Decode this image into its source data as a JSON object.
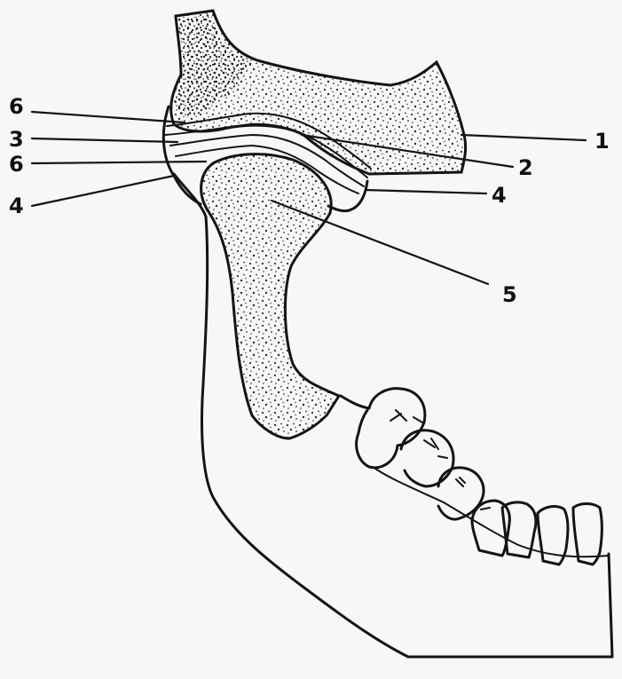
{
  "labels": [
    {
      "id": "label-1",
      "text": "1"
    },
    {
      "id": "label-2",
      "text": "2"
    },
    {
      "id": "label-3",
      "text": "3"
    },
    {
      "id": "label-4-left",
      "text": "4"
    },
    {
      "id": "label-4-right",
      "text": "4"
    },
    {
      "id": "label-5",
      "text": "5"
    },
    {
      "id": "label-6-top",
      "text": "6"
    },
    {
      "id": "label-6-mid",
      "text": "6"
    }
  ],
  "colors": {
    "ink": "#141414",
    "paper": "#f7f7f5",
    "stipple": "#2a2a2a"
  }
}
